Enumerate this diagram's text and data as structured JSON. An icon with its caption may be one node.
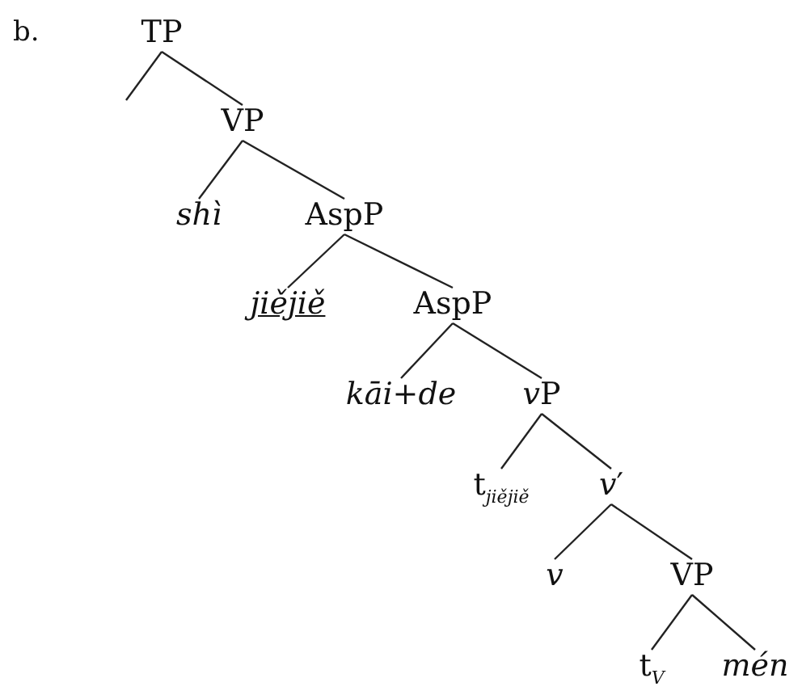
{
  "diagram": {
    "nodes": [
      {
        "text": [
          "TP"
        ]
      },
      {
        "text": [
          "VP"
        ]
      },
      {
        "text": [
          "shì"
        ]
      },
      {
        "text": [
          "AspP"
        ]
      },
      {
        "text": [
          "jiějiě"
        ]
      },
      {
        "text": [
          "AspP"
        ]
      },
      {
        "text": [
          "kāi+de"
        ]
      },
      {
        "text": [
          "vP"
        ]
      },
      {
        "text": [
          "t$_{jiějiě}$"
        ]
      },
      {
        "text": [
          "v′"
        ]
      },
      {
        "text": [
          "v"
        ]
      },
      {
        "text": [
          "VP"
        ]
      },
      {
        "text": [
          "t$_{V}$"
        ]
      },
      {
        "text": [
          "mén"
        ]
      }
    ],
    "edges": [
      {
        "from": 0,
        "to": null,
        "arrow": "none"
      },
      {
        "from": 0,
        "to": 1,
        "arrow": "none"
      },
      {
        "from": 1,
        "to": 2,
        "arrow": "none"
      },
      {
        "from": 1,
        "to": 3,
        "arrow": "none"
      },
      {
        "from": 3,
        "to": 4,
        "arrow": "none"
      },
      {
        "from": 3,
        "to": 5,
        "arrow": "none"
      },
      {
        "from": 5,
        "to": 6,
        "arrow": "none"
      },
      {
        "from": 5,
        "to": 7,
        "arrow": "none"
      },
      {
        "from": 7,
        "to": 8,
        "arrow": "none"
      },
      {
        "from": 7,
        "to": 9,
        "arrow": "none"
      },
      {
        "from": 9,
        "to": 10,
        "arrow": "none"
      },
      {
        "from": 9,
        "to": 11,
        "arrow": "none"
      },
      {
        "from": 11,
        "to": 12,
        "arrow": "none"
      },
      {
        "from": 11,
        "to": 13,
        "arrow": "none"
      }
    ],
    "labels": [
      "b."
    ]
  }
}
